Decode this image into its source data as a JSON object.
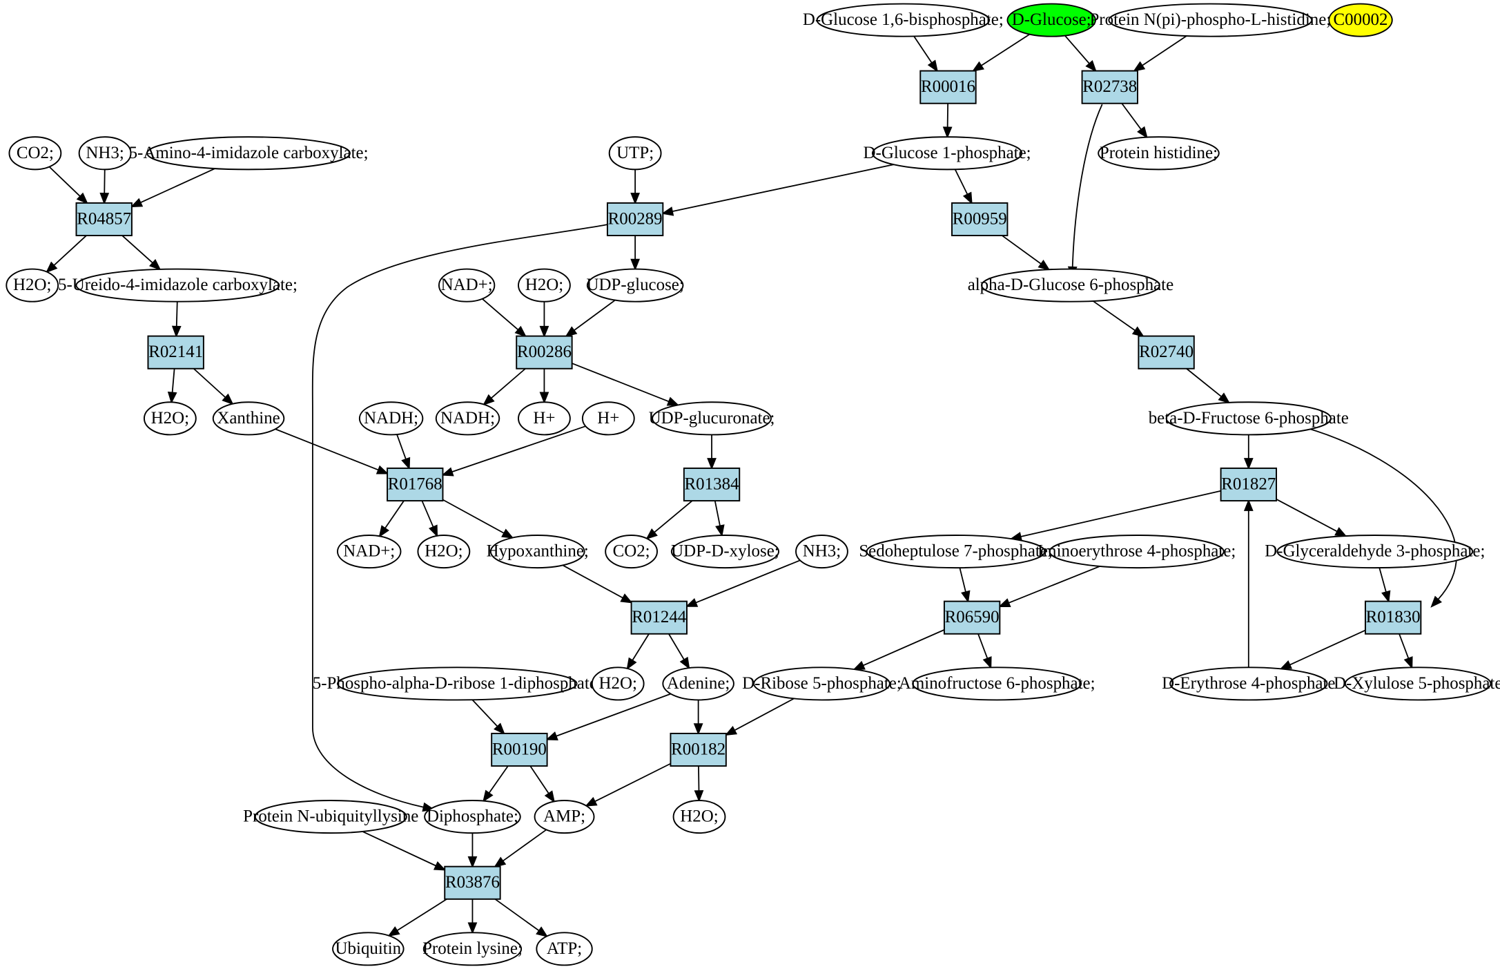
{
  "colors": {
    "background": "#ffffff",
    "compound_fill": "#ffffff",
    "reaction_fill": "#add8e6",
    "start_compound_fill": "#00ff00",
    "query_compound_fill": "#ffff00",
    "stroke": "#000000"
  },
  "nodes": {
    "c_glc16bp": {
      "label": "D-Glucose 1,6-bisphosphate;",
      "kind": "compound"
    },
    "c_glc": {
      "label": "D-Glucose;",
      "kind": "compound",
      "highlight": "start"
    },
    "c_phosphohis": {
      "label": "Protein N(pi)-phospho-L-histidine;",
      "kind": "compound"
    },
    "c_c00002": {
      "label": "C00002",
      "kind": "compound",
      "highlight": "query"
    },
    "r_R00016": {
      "label": "R00016",
      "kind": "reaction"
    },
    "r_R02738": {
      "label": "R02738",
      "kind": "reaction"
    },
    "c_co2_a": {
      "label": "CO2;",
      "kind": "compound"
    },
    "c_nh3_a": {
      "label": "NH3;",
      "kind": "compound"
    },
    "c_aic": {
      "label": "5-Amino-4-imidazole carboxylate;",
      "kind": "compound"
    },
    "c_utp": {
      "label": "UTP;",
      "kind": "compound"
    },
    "c_glc1p": {
      "label": "D-Glucose 1-phosphate;",
      "kind": "compound"
    },
    "c_prothis": {
      "label": "Protein histidine;",
      "kind": "compound"
    },
    "r_R04857": {
      "label": "R04857",
      "kind": "reaction"
    },
    "r_R00289": {
      "label": "R00289",
      "kind": "reaction"
    },
    "r_R00959": {
      "label": "R00959",
      "kind": "reaction"
    },
    "c_h2o_a": {
      "label": "H2O;",
      "kind": "compound"
    },
    "c_uic": {
      "label": "5-Ureido-4-imidazole carboxylate;",
      "kind": "compound"
    },
    "c_nadp_a": {
      "label": "NAD+;",
      "kind": "compound"
    },
    "c_h2o_b": {
      "label": "H2O;",
      "kind": "compound"
    },
    "c_udpglc": {
      "label": "UDP-glucose;",
      "kind": "compound"
    },
    "c_g6p": {
      "label": "alpha-D-Glucose 6-phosphate",
      "kind": "compound"
    },
    "r_R02141": {
      "label": "R02141",
      "kind": "reaction"
    },
    "r_R00286": {
      "label": "R00286",
      "kind": "reaction"
    },
    "r_R02740": {
      "label": "R02740",
      "kind": "reaction"
    },
    "c_h2o_c": {
      "label": "H2O;",
      "kind": "compound"
    },
    "c_xanthine": {
      "label": "Xanthine",
      "kind": "compound"
    },
    "c_nadh_a": {
      "label": "NADH;",
      "kind": "compound"
    },
    "c_nadh_b": {
      "label": "NADH;",
      "kind": "compound"
    },
    "c_hplus_a": {
      "label": "H+",
      "kind": "compound"
    },
    "c_hplus_b": {
      "label": "H+",
      "kind": "compound"
    },
    "c_udpglcua": {
      "label": "UDP-glucuronate;",
      "kind": "compound"
    },
    "c_f6p": {
      "label": "beta-D-Fructose 6-phosphate",
      "kind": "compound"
    },
    "r_R01768": {
      "label": "R01768",
      "kind": "reaction"
    },
    "r_R01384": {
      "label": "R01384",
      "kind": "reaction"
    },
    "r_R01827": {
      "label": "R01827",
      "kind": "reaction"
    },
    "c_nadp_b": {
      "label": "NAD+;",
      "kind": "compound"
    },
    "c_h2o_d": {
      "label": "H2O;",
      "kind": "compound"
    },
    "c_hypox": {
      "label": "Hypoxanthine;",
      "kind": "compound"
    },
    "c_co2_b": {
      "label": "CO2;",
      "kind": "compound"
    },
    "c_udpxyl": {
      "label": "UDP-D-xylose;",
      "kind": "compound"
    },
    "c_nh3_b": {
      "label": "NH3;",
      "kind": "compound"
    },
    "c_s7p": {
      "label": "Sedoheptulose 7-phosphate;",
      "kind": "compound"
    },
    "c_ie4p": {
      "label": "Iminoerythrose 4-phosphate;",
      "kind": "compound"
    },
    "c_gap": {
      "label": "D-Glyceraldehyde 3-phosphate;",
      "kind": "compound"
    },
    "r_R01244": {
      "label": "R01244",
      "kind": "reaction"
    },
    "r_R06590": {
      "label": "R06590",
      "kind": "reaction"
    },
    "r_R01830": {
      "label": "R01830",
      "kind": "reaction"
    },
    "c_prpp": {
      "label": "5-Phospho-alpha-D-ribose 1-diphosphate;",
      "kind": "compound"
    },
    "c_h2o_e": {
      "label": "H2O;",
      "kind": "compound"
    },
    "c_adenine": {
      "label": "Adenine;",
      "kind": "compound"
    },
    "c_r5p": {
      "label": "D-Ribose 5-phosphate;",
      "kind": "compound"
    },
    "c_af6p": {
      "label": "Aminofructose 6-phosphate;",
      "kind": "compound"
    },
    "c_e4p": {
      "label": "D-Erythrose 4-phosphate",
      "kind": "compound"
    },
    "c_xu5p": {
      "label": "D-Xylulose 5-phosphate",
      "kind": "compound"
    },
    "r_R00190": {
      "label": "R00190",
      "kind": "reaction"
    },
    "r_R00182": {
      "label": "R00182",
      "kind": "reaction"
    },
    "c_ubilys": {
      "label": "Protein N-ubiquityllysine",
      "kind": "compound"
    },
    "c_ppi": {
      "label": "Diphosphate;",
      "kind": "compound"
    },
    "c_amp": {
      "label": "AMP;",
      "kind": "compound"
    },
    "c_h2o_f": {
      "label": "H2O;",
      "kind": "compound"
    },
    "r_R03876": {
      "label": "R03876",
      "kind": "reaction"
    },
    "c_ubiquitin": {
      "label": "Ubiquitin",
      "kind": "compound"
    },
    "c_protlys": {
      "label": "Protein lysine;",
      "kind": "compound"
    },
    "c_atp": {
      "label": "ATP;",
      "kind": "compound"
    }
  },
  "edges": [
    [
      "c_glc16bp",
      "r_R00016"
    ],
    [
      "c_glc",
      "r_R00016"
    ],
    [
      "c_glc",
      "r_R02738"
    ],
    [
      "c_phosphohis",
      "r_R02738"
    ],
    [
      "r_R00016",
      "c_glc1p"
    ],
    [
      "r_R02738",
      "c_prothis"
    ],
    [
      "r_R02738",
      "c_g6p"
    ],
    [
      "c_co2_a",
      "r_R04857"
    ],
    [
      "c_nh3_a",
      "r_R04857"
    ],
    [
      "c_aic",
      "r_R04857"
    ],
    [
      "r_R04857",
      "c_h2o_a"
    ],
    [
      "r_R04857",
      "c_uic"
    ],
    [
      "c_uic",
      "r_R02141"
    ],
    [
      "r_R02141",
      "c_h2o_c"
    ],
    [
      "r_R02141",
      "c_xanthine"
    ],
    [
      "c_utp",
      "r_R00289"
    ],
    [
      "c_glc1p",
      "r_R00289"
    ],
    [
      "c_glc1p",
      "r_R00959"
    ],
    [
      "r_R00289",
      "c_udpglc"
    ],
    [
      "r_R00289",
      "c_ppi"
    ],
    [
      "r_R00959",
      "c_g6p"
    ],
    [
      "c_nadp_a",
      "r_R00286"
    ],
    [
      "c_h2o_b",
      "r_R00286"
    ],
    [
      "c_udpglc",
      "r_R00286"
    ],
    [
      "r_R00286",
      "c_nadh_b"
    ],
    [
      "r_R00286",
      "c_hplus_a"
    ],
    [
      "r_R00286",
      "c_udpglcua"
    ],
    [
      "c_g6p",
      "r_R02740"
    ],
    [
      "r_R02740",
      "c_f6p"
    ],
    [
      "c_xanthine",
      "r_R01768"
    ],
    [
      "c_nadh_a",
      "r_R01768"
    ],
    [
      "c_hplus_b",
      "r_R01768"
    ],
    [
      "r_R01768",
      "c_nadp_b"
    ],
    [
      "r_R01768",
      "c_h2o_d"
    ],
    [
      "r_R01768",
      "c_hypox"
    ],
    [
      "c_udpglcua",
      "r_R01384"
    ],
    [
      "r_R01384",
      "c_co2_b"
    ],
    [
      "r_R01384",
      "c_udpxyl"
    ],
    [
      "c_f6p",
      "r_R01827"
    ],
    [
      "c_f6p",
      "r_R01830"
    ],
    [
      "c_e4p",
      "r_R01827"
    ],
    [
      "r_R01827",
      "c_s7p"
    ],
    [
      "r_R01827",
      "c_gap"
    ],
    [
      "c_hypox",
      "r_R01244"
    ],
    [
      "c_nh3_b",
      "r_R01244"
    ],
    [
      "r_R01244",
      "c_h2o_e"
    ],
    [
      "r_R01244",
      "c_adenine"
    ],
    [
      "c_s7p",
      "r_R06590"
    ],
    [
      "c_ie4p",
      "r_R06590"
    ],
    [
      "r_R06590",
      "c_r5p"
    ],
    [
      "r_R06590",
      "c_af6p"
    ],
    [
      "c_gap",
      "r_R01830"
    ],
    [
      "r_R01830",
      "c_e4p"
    ],
    [
      "r_R01830",
      "c_xu5p"
    ],
    [
      "c_prpp",
      "r_R00190"
    ],
    [
      "c_adenine",
      "r_R00190"
    ],
    [
      "c_adenine",
      "r_R00182"
    ],
    [
      "c_r5p",
      "r_R00182"
    ],
    [
      "r_R00190",
      "c_ppi"
    ],
    [
      "r_R00190",
      "c_amp"
    ],
    [
      "r_R00182",
      "c_amp"
    ],
    [
      "r_R00182",
      "c_h2o_f"
    ],
    [
      "c_ubilys",
      "r_R03876"
    ],
    [
      "c_ppi",
      "r_R03876"
    ],
    [
      "c_amp",
      "r_R03876"
    ],
    [
      "r_R03876",
      "c_ubiquitin"
    ],
    [
      "r_R03876",
      "c_protlys"
    ],
    [
      "r_R03876",
      "c_atp"
    ]
  ]
}
